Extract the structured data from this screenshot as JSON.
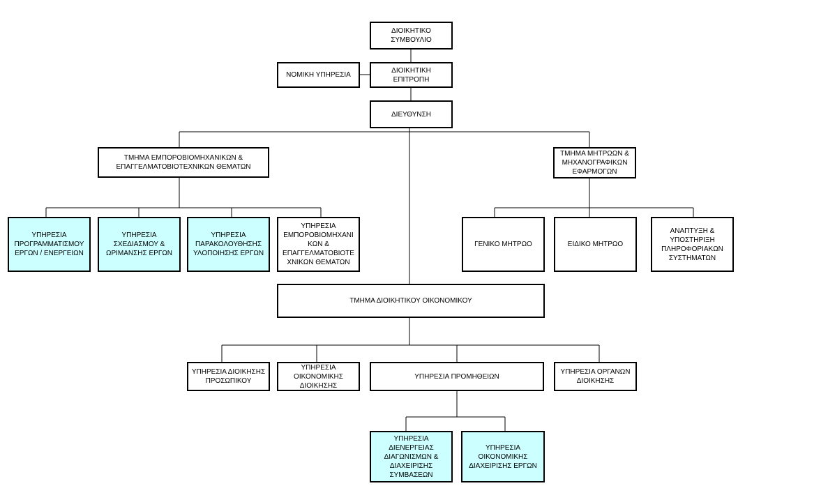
{
  "colors": {
    "box_fill": "#ffffff",
    "highlight_fill": "#ccffff",
    "border": "#000000",
    "line": "#000000"
  },
  "org": {
    "board": "ΔΙΟΙΚΗΤΙΚΟ\nΣΥΜΒΟΥΛΙΟ",
    "legal": "ΝΟΜΙΚΗ ΥΠΗΡΕΣΙΑ",
    "exec_committee": "ΔΙΟΙΚΗΤΙΚΗ\nΕΠΙΤΡΟΠΗ",
    "direction": "ΔΙΕΥΘΥΝΣΗ",
    "dept_commercial": "ΤΜΗΜΑ ΕΜΠΟΡΟΒΙΟΜΗΧΑΝΙΚΩΝ &\nΕΠΑΓΓΕΛΜΑΤΟΒΙΟΤΕΧΝΙΚΩΝ ΘΕΜΑΤΩΝ",
    "dept_registries": "ΤΜΗΜΑ ΜΗΤΡΩΩΝ &\nΜΗΧΑΝΟΓΡΑΦΙΚΩΝ\nΕΦΑΡΜΟΓΩΝ",
    "svc_programming": "ΥΠΗΡΕΣΙΑ\nΠΡΟΓΡΑΜΜΑΤΙΣΜΟΥ\nΕΡΓΩΝ / ΕΝΕΡΓΕΙΩΝ",
    "svc_design": "ΥΠΗΡΕΣΙΑ\nΣΧΕΔΙΑΣΜΟΥ &\nΩΡΙΜΑΝΣΗΣ ΕΡΓΩΝ",
    "svc_monitoring": "ΥΠΗΡΕΣΙΑ\nΠΑΡΑΚΟΛΟΥΘΗΣΗΣ\nΥΛΟΠΟΙΗΣΗΣ ΕΡΓΩΝ",
    "svc_commercial": "ΥΠΗΡΕΣΙΑ\nΕΜΠΟΡΟΒΙΟΜΗΧΑΝΙ\nΚΩΝ &\nΕΠΑΓΓΕΛΜΑΤΟΒΙΟΤΕ\nΧΝΙΚΩΝ ΘΕΜΑΤΩΝ",
    "general_registry": "ΓΕΝΙΚΟ ΜΗΤΡΩΟ",
    "special_registry": "ΕΙΔΙΚΟ ΜΗΤΡΩΟ",
    "is_support": "ΑΝΑΠΤΥΞΗ  &\nΥΠΟΣΤΗΡΙΞΗ\nΠΛΗΡΟΦΟΡΙΑΚΩΝ\nΣΥΣΤΗΜΑΤΩΝ",
    "dept_admin_finance": "ΤΜΗΜΑ ΔΙΟΙΚΗΤΙΚΟΥ ΟΙΚΟΝΟΜΙΚΟΥ",
    "svc_personnel": "ΥΠΗΡΕΣΙΑ ΔΙΟΙΚΗΣΗΣ\nΠΡΟΣΩΠΙΚΟΥ",
    "svc_fin_admin": "ΥΠΗΡΕΣΙΑ\nΟΙΚΟΝΟΜΙΚΗΣ\nΔΙΟΙΚΗΣΗΣ",
    "svc_procurement": "ΥΠΗΡΕΣΙΑ ΠΡΟΜΗΘΕΙΩΝ",
    "svc_organs": "ΥΠΗΡΕΣΙΑ ΟΡΓΑΝΩΝ\nΔΙΟΙΚΗΣΗΣ",
    "svc_tenders": "ΥΠΗΡΕΣΙΑ\nΔΙΕΝΕΡΓΕΙΑΣ\nΔΙΑΓΩΝΙΣΜΩΝ &\nΔΙΑΧΕΙΡΙΣΗΣ\nΣΥΜΒΑΣΕΩΝ",
    "svc_fin_projects": "ΥΠΗΡΕΣΙΑ\nΟΙΚΟΝΟΜΙΚΗΣ\nΔΙΑΧΕΙΡΙΣΗΣ ΕΡΓΩΝ"
  }
}
